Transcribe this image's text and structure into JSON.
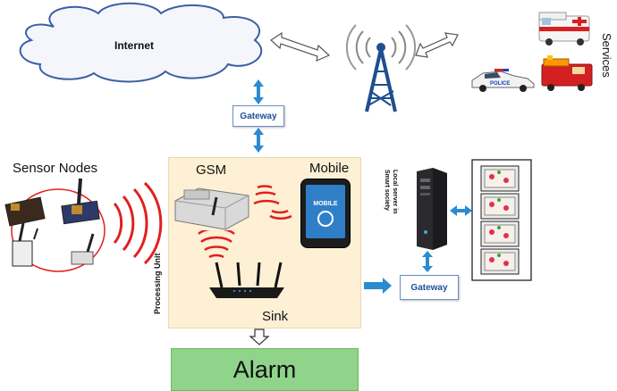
{
  "internet": {
    "label": "Internet"
  },
  "services": {
    "label": "Services"
  },
  "gateway_top": {
    "label": "Gateway"
  },
  "gateway_right": {
    "label": "Gateway"
  },
  "sensor_nodes": {
    "label": "Sensor Nodes"
  },
  "processing": {
    "gsm_label": "GSM",
    "mobile_label": "Mobile",
    "sink_label": "Sink",
    "unit_label": "Processing Unit"
  },
  "mobile_screen": {
    "text": "MOBILE"
  },
  "police_text": "POLICE",
  "local_server": {
    "line1": "Local server in",
    "line2": "Smart society"
  },
  "alarm": {
    "label": "Alarm"
  },
  "colors": {
    "arrow_blue": "#2b8ad0",
    "signal_red": "#e02020",
    "alarm_green": "#8fd48a",
    "processing_bg": "#fdf0d4"
  }
}
